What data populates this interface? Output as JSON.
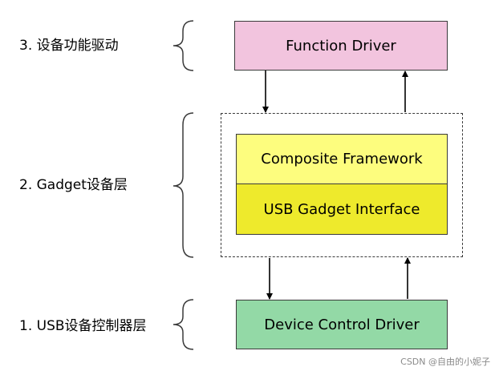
{
  "layers": {
    "function": "3. 设备功能驱动",
    "gadget": "2. Gadget设备层",
    "controller": "1. USB设备控制器层"
  },
  "boxes": {
    "function_driver": "Function Driver",
    "composite_framework": "Composite Framework",
    "usb_gadget_interface": "USB Gadget Interface",
    "device_control_driver": "Device Control Driver"
  },
  "colors": {
    "function_driver": "#f2c4de",
    "composite_framework": "#fdfd7e",
    "usb_gadget_interface": "#eeea2c",
    "device_control_driver": "#93d9a6",
    "border": "#3a3a3a"
  },
  "watermark": "CSDN @自由的小妮子"
}
